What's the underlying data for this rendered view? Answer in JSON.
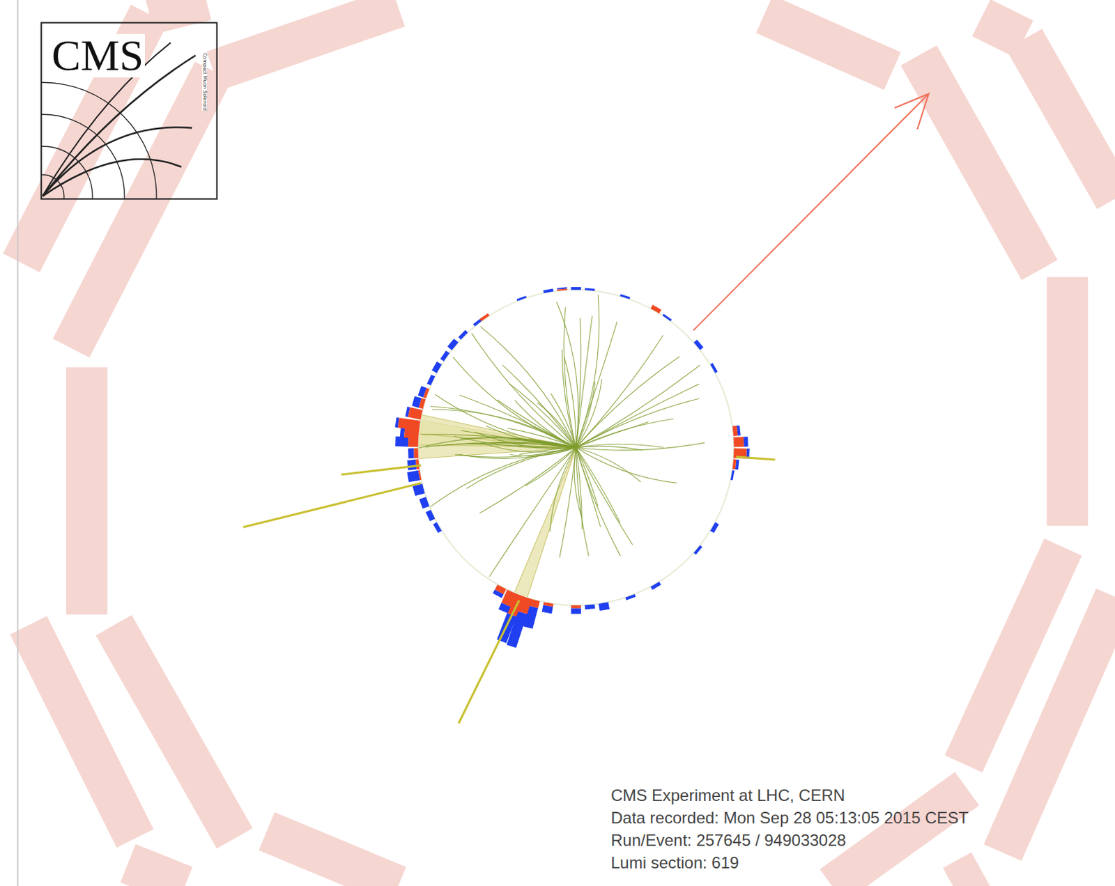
{
  "diagram": {
    "labels": [
      "CMS",
      "Compact Muon Solenoid",
      "CMS Experiment at LHC, CERN",
      "Data recorded: Mon Sep 28 05:13:05 2015 CEST",
      "Run/Event: 257645 / 949033028",
      "Lumi section: 619"
    ]
  }
}
